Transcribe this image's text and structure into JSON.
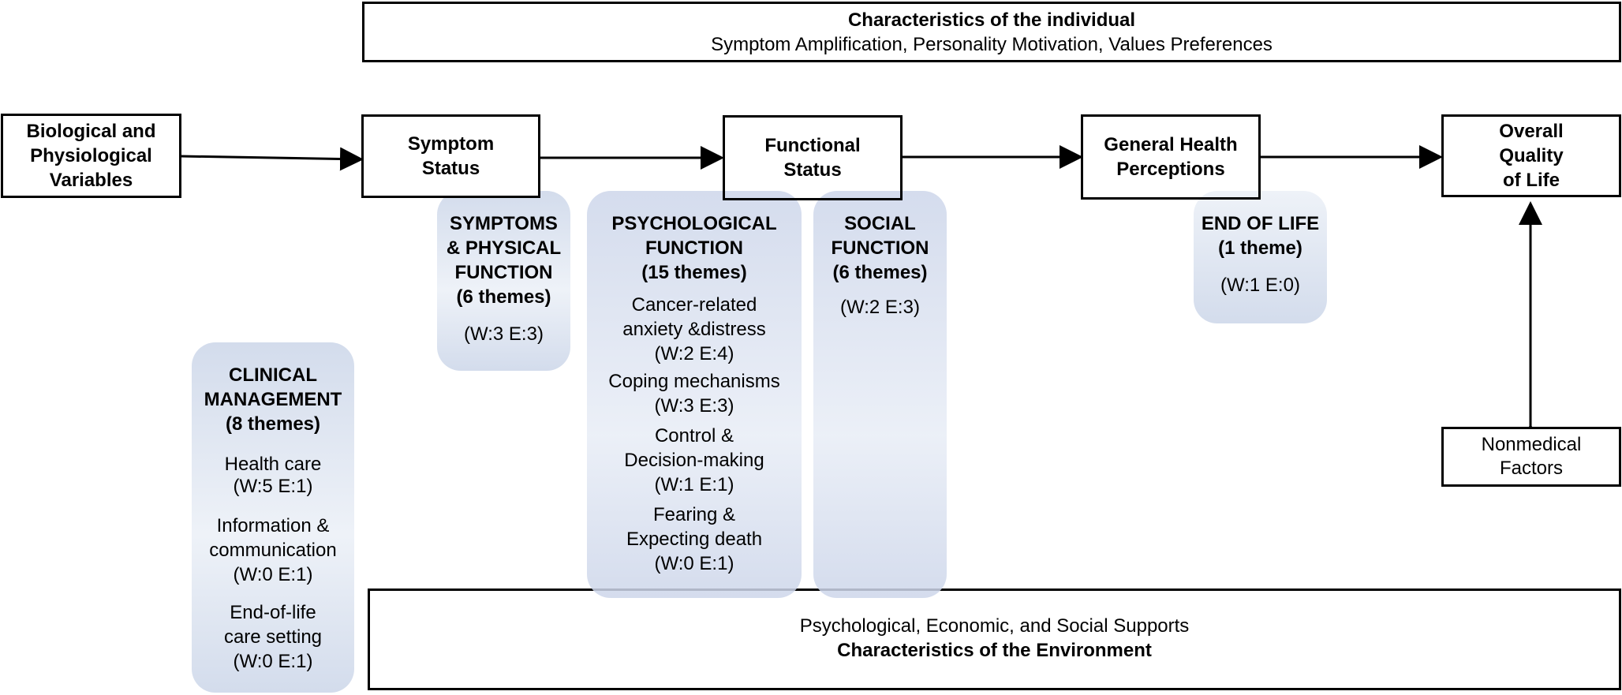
{
  "individual": {
    "title": "Characteristics of the individual",
    "subtitle": "Symptom Amplification, Personality Motivation, Values Preferences"
  },
  "environment": {
    "subtitle": "Psychological, Economic, and Social Supports",
    "title": "Characteristics of the Environment"
  },
  "nodes": {
    "biological": [
      "Biological and",
      "Physiological",
      "Variables"
    ],
    "symptom": [
      "Symptom",
      "Status"
    ],
    "functional": [
      "Functional",
      "Status"
    ],
    "general": [
      "General Health",
      "Perceptions"
    ],
    "overall": [
      "Overall",
      "Quality",
      "of Life"
    ],
    "nonmedical": [
      "Nonmedical",
      "Factors"
    ]
  },
  "themes": {
    "symptoms": {
      "heading": [
        "SYMPTOMS",
        "& PHYSICAL",
        "FUNCTION",
        "(6 themes)"
      ],
      "counts": "(W:3   E:3)"
    },
    "psychological": {
      "heading": [
        "PSYCHOLOGICAL",
        "FUNCTION",
        "(15 themes)"
      ],
      "items": [
        {
          "label": [
            "Cancer-related",
            "anxiety &distress"
          ],
          "counts": "(W:2   E:4)"
        },
        {
          "label": [
            "Coping mechanisms"
          ],
          "counts": "(W:3   E:3)"
        },
        {
          "label": [
            "Control &",
            "Decision-making"
          ],
          "counts": "(W:1   E:1)"
        },
        {
          "label": [
            "Fearing &",
            "Expecting death"
          ],
          "counts": "(W:0   E:1)"
        }
      ]
    },
    "social": {
      "heading": [
        "SOCIAL",
        "FUNCTION",
        "(6 themes)"
      ],
      "counts": "(W:2   E:3)"
    },
    "endoflife": {
      "heading": [
        "END OF LIFE",
        "(1 theme)"
      ],
      "counts": "(W:1   E:0)"
    },
    "clinical": {
      "heading": [
        "CLINICAL",
        "MANAGEMENT",
        "(8 themes)"
      ],
      "items": [
        {
          "label": [
            "Health care"
          ],
          "counts": "(W:5   E:1)"
        },
        {
          "label": [
            "Information &",
            "communication"
          ],
          "counts": "(W:0   E:1)"
        },
        {
          "label": [
            "End-of-life",
            "care setting"
          ],
          "counts": "(W:0   E:1)"
        }
      ]
    }
  }
}
